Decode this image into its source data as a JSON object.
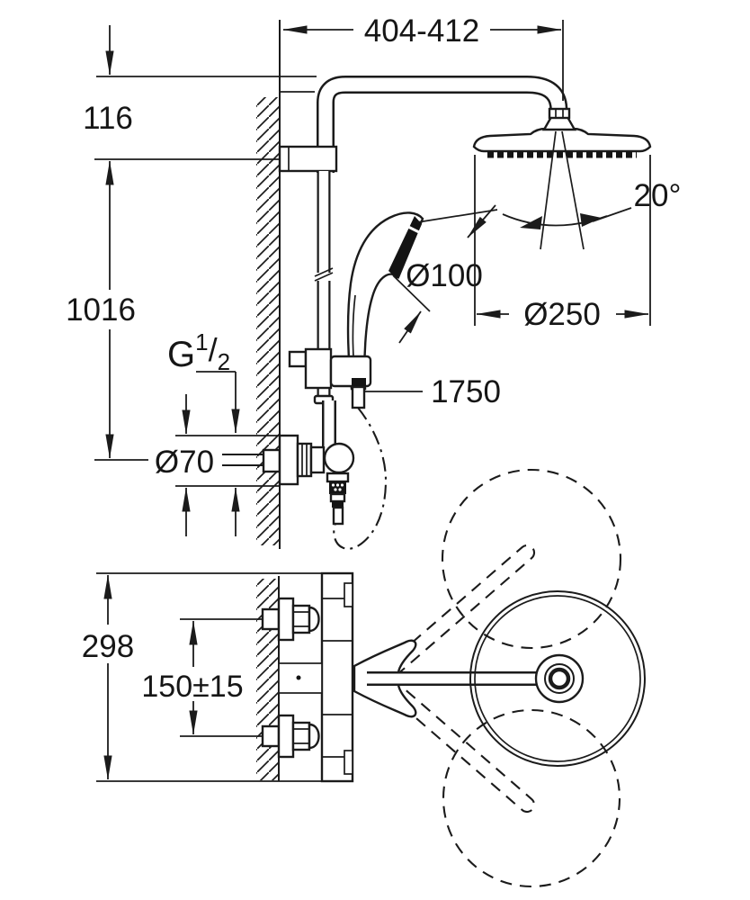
{
  "drawing": {
    "line_color": "#1b1b1b",
    "background": "#ffffff",
    "labels": {
      "arm_reach": "404-412",
      "top_offset": "116",
      "rail_height": "1016",
      "thread_g": "G",
      "thread_numerator": "1",
      "thread_slash": "/",
      "thread_denominator": "2",
      "escutcheon_diameter": "Ø70",
      "hand_shower_diameter": "Ø100",
      "head_diameter": "Ø250",
      "spray_angle": "20°",
      "hose_length": "1750",
      "plan_total_depth": "298",
      "inlet_spacing": "150±15"
    }
  }
}
